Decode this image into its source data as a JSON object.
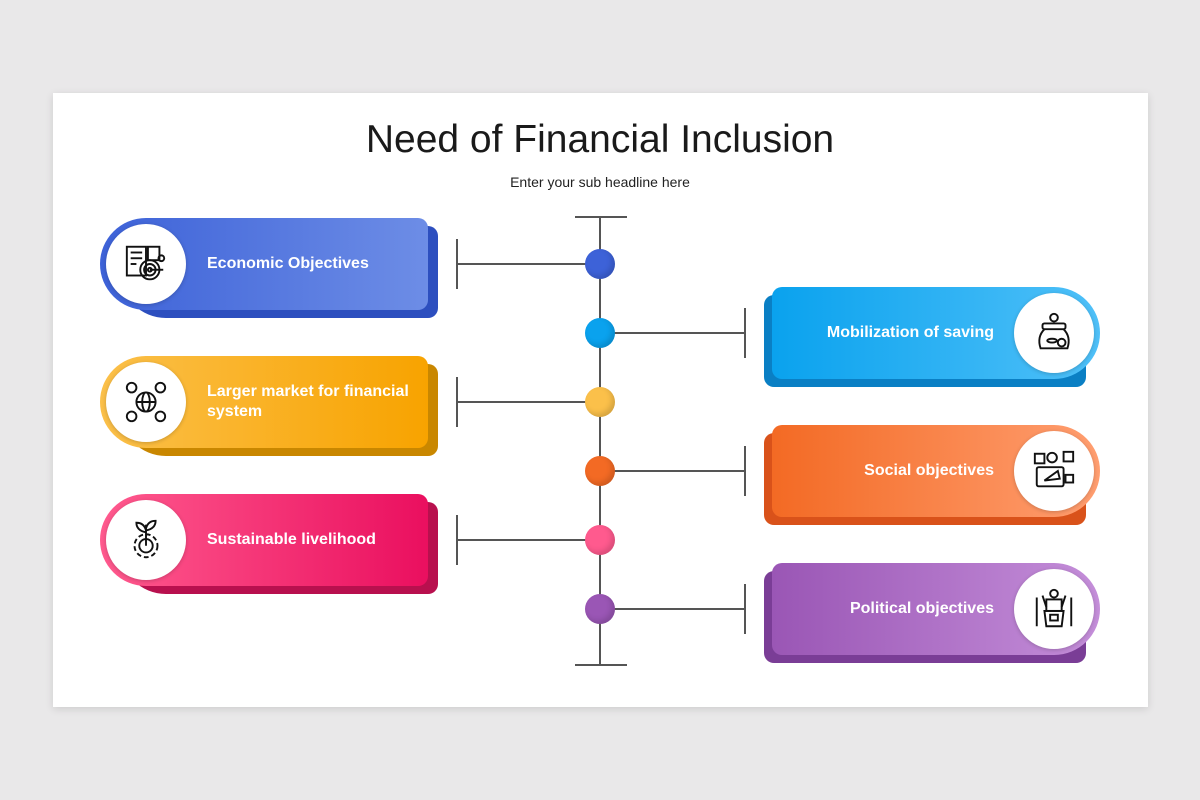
{
  "title": "Need of Financial Inclusion",
  "subtitle": "Enter your sub headline here",
  "items": [
    {
      "label": "Economic Objectives",
      "icon": "target-checklist-icon",
      "side": "left",
      "color": "#3d62d8",
      "color2": "#6d8de6",
      "back": "#2d4fbf"
    },
    {
      "label": "Mobilization of saving",
      "icon": "money-jar-icon",
      "side": "right",
      "color": "#0aa2ee",
      "color2": "#4fc0f8",
      "back": "#0a7fc4"
    },
    {
      "label": "Larger market for financial system",
      "icon": "globe-dollar-icon",
      "side": "left",
      "color": "#fbc04a",
      "color2": "#f8a300",
      "back": "#c98700"
    },
    {
      "label": "Social objectives",
      "icon": "social-media-icon",
      "side": "right",
      "color": "#f36a24",
      "color2": "#ff9e70",
      "back": "#d9521a"
    },
    {
      "label": "Sustainable livelihood",
      "icon": "plant-gear-icon",
      "side": "left",
      "color": "#ff5a8e",
      "color2": "#ea0f5f",
      "back": "#b8104e"
    },
    {
      "label": "Political objectives",
      "icon": "politician-podium-icon",
      "side": "right",
      "color": "#9a56b5",
      "color2": "#c48ed9",
      "back": "#7a3d96"
    }
  ]
}
